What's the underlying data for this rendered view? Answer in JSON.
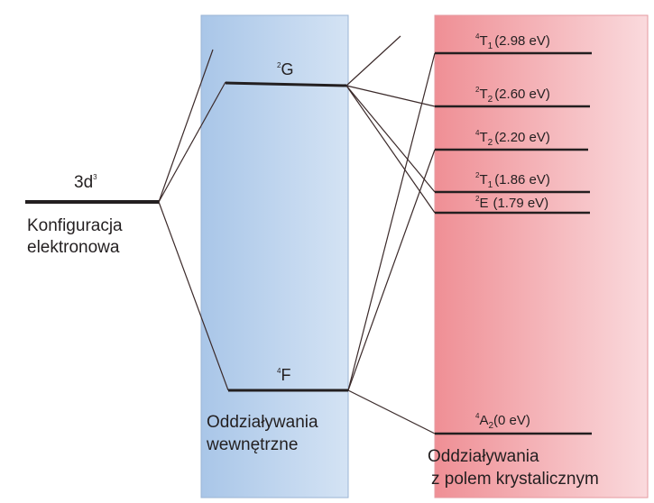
{
  "configuration": {
    "state": "3d",
    "state_sup": "3",
    "caption_line1": "Konfiguracja",
    "caption_line2": "elektronowa"
  },
  "internal": {
    "caption_line1": "Oddziaływania",
    "caption_line2": "wewnętrzne",
    "upper_term_sup": "2",
    "upper_term_letter": "G",
    "lower_term_sup": "4",
    "lower_term_letter": "F"
  },
  "crystal_field": {
    "caption_line1": "Oddziaływania",
    "caption_line2": "z polem krystalicznym",
    "levels": [
      {
        "sup": "4",
        "letter": "T",
        "sub": "1",
        "energy": "(2.98 eV)"
      },
      {
        "sup": "2",
        "letter": "T",
        "sub": "2",
        "energy": "(2.60 eV)"
      },
      {
        "sup": "4",
        "letter": "T",
        "sub": "2",
        "energy": "(2.20 eV)"
      },
      {
        "sup": "2",
        "letter": "T",
        "sub": "1",
        "energy": "(1.86 eV)"
      },
      {
        "sup": "2",
        "letter": "E",
        "sub": "",
        "energy": "(1.79 eV)"
      },
      {
        "sup": "4",
        "letter": "A",
        "sub": "2",
        "energy": "(0 eV)"
      }
    ]
  },
  "colors": {
    "internal_panel_left": "#a9c6e8",
    "internal_panel_right": "#d4e3f4",
    "crystal_panel_left": "#ef8f95",
    "crystal_panel_right": "#fadadd",
    "level_line": "#231f20",
    "connector": "#3b2a2a"
  }
}
